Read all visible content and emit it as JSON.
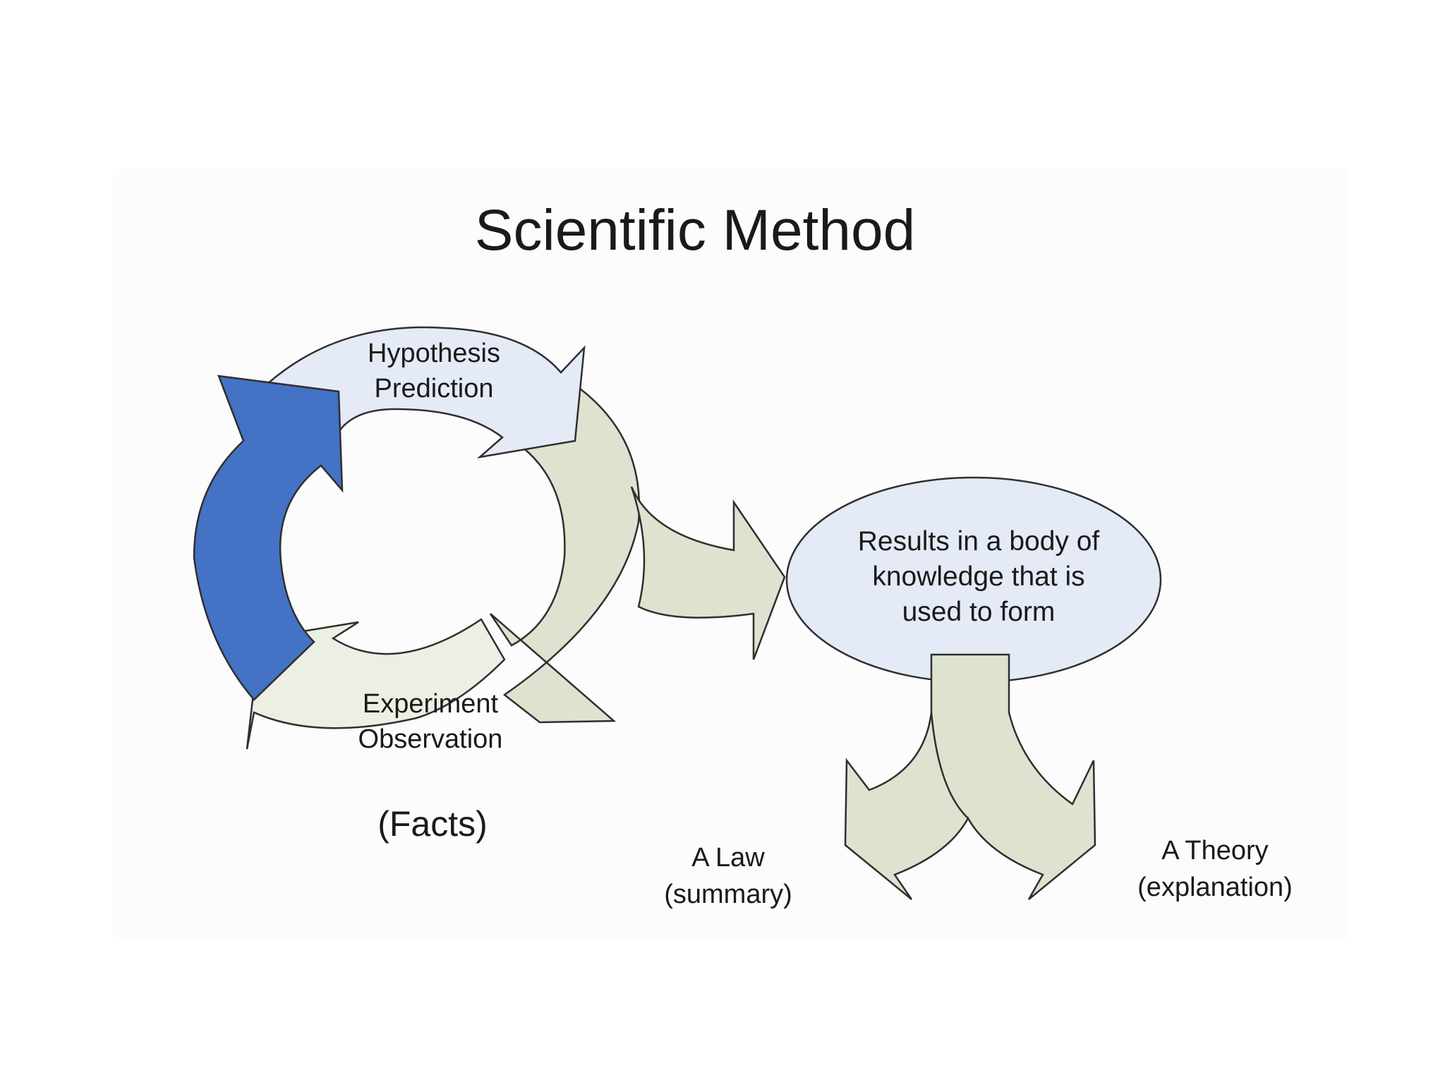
{
  "title": "Scientific Method",
  "cycle": {
    "hypothesis_line1": "Hypothesis",
    "hypothesis_line2": "Prediction",
    "experiment_line1": "Experiment",
    "experiment_line2": "Observation"
  },
  "facts_label": "(Facts)",
  "result": {
    "line1": "Results in a body of",
    "line2": "knowledge that is",
    "line3": "used to form"
  },
  "outcomes": {
    "law_line1": "A Law",
    "law_line2": "(summary)",
    "theory_line1": "A Theory",
    "theory_line2": "(explanation)"
  },
  "colors": {
    "blue_arrow": "#4472c4",
    "hypothesis_arrow": "#e4eaf6",
    "sage_arrow": "#dde3cf",
    "experiment_arrow": "#ecefe3",
    "ellipse_fill": "#e4eaf6",
    "outline": "#2f2f2f"
  }
}
